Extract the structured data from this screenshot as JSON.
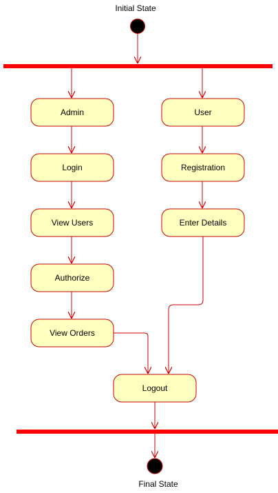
{
  "initial_state_label": "Initial State",
  "final_state_label": "Final State",
  "colors": {
    "line": "#cc0000",
    "bar": "#ff0000",
    "node_fill": "#ffffc0",
    "node_stroke": "#cc0000",
    "state_fill": "#000000"
  },
  "nodes": {
    "admin": "Admin",
    "login": "Login",
    "view_users": "View Users",
    "authorize": "Authorize",
    "view_orders": "View Orders",
    "user": "User",
    "registration": "Registration",
    "enter_details": "Enter Details",
    "logout": "Logout"
  }
}
